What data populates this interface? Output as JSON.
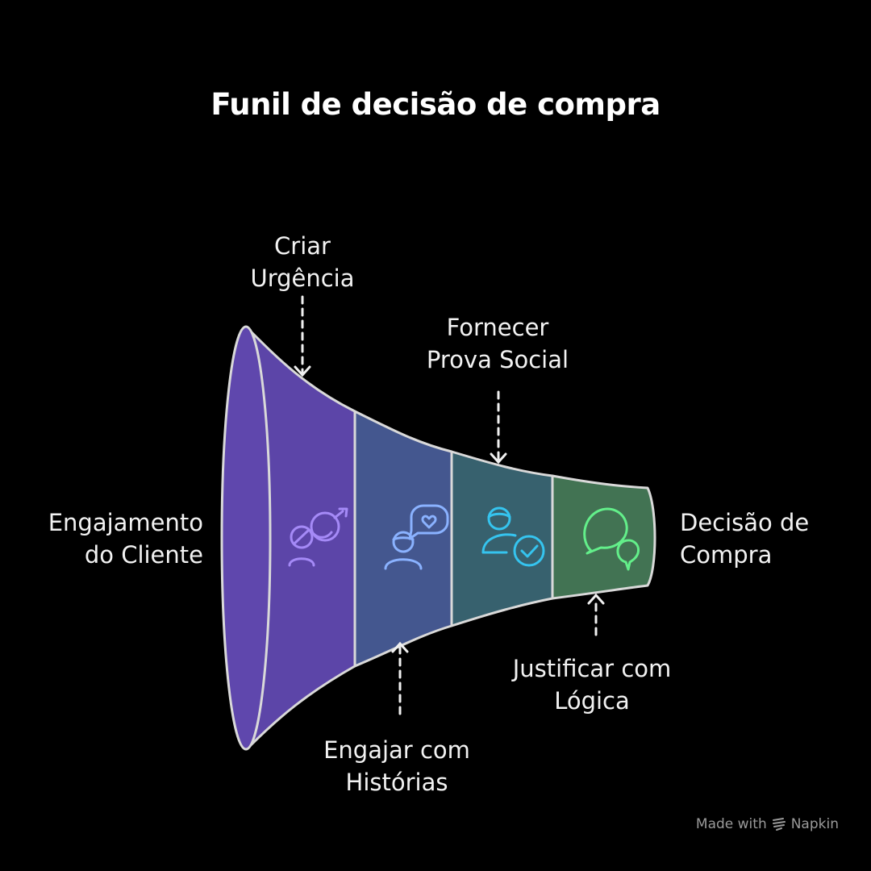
{
  "title": "Funil de decisão de compra",
  "start_label": [
    "Engajamento",
    "do Cliente"
  ],
  "end_label": [
    "Decisão de",
    "Compra"
  ],
  "stages": [
    {
      "label": [
        "Criar",
        "Urgência"
      ],
      "icon": "person-with-candy-icon",
      "color": "#5c45a8",
      "icon_color": "#a58af7"
    },
    {
      "label": [
        "Engajar com",
        "Histórias"
      ],
      "icon": "person-speech-heart-icon",
      "color": "#44578f",
      "icon_color": "#8ab2ff"
    },
    {
      "label": [
        "Fornecer",
        "Prova Social"
      ],
      "icon": "person-checkmark-icon",
      "color": "#37616e",
      "icon_color": "#35c4ef"
    },
    {
      "label": [
        "Justificar com",
        "Lógica"
      ],
      "icon": "speech-bubbles-icon",
      "color": "#427353",
      "icon_color": "#63ef8a"
    }
  ],
  "credit": {
    "made_with": "Made with",
    "brand": "Napkin"
  }
}
